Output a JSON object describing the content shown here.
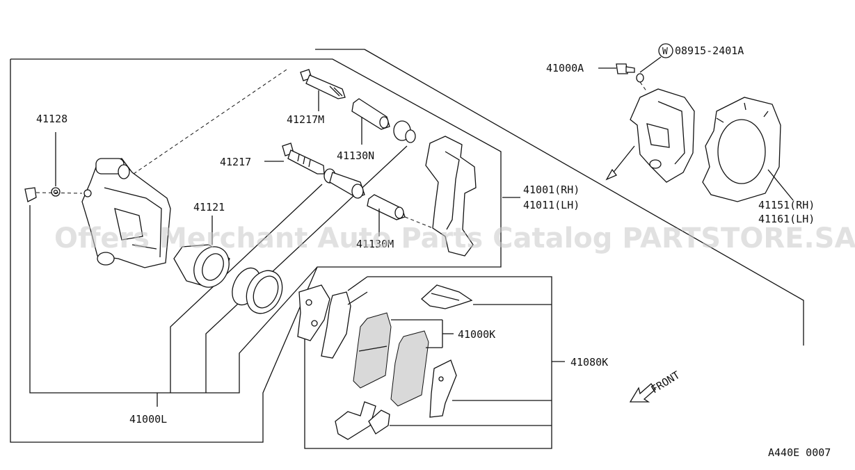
{
  "diagram": {
    "labels": {
      "p41128": "41128",
      "p41217m": "41217M",
      "p41130n": "41130N",
      "p41217": "41217",
      "p41121": "41121",
      "p41130m": "41130M",
      "p41001": "41001(RH)",
      "p41011": "41011(LH)",
      "p41000a": "41000A",
      "p08915_symbol": "W",
      "p08915": "08915-2401A",
      "p41151": "41151(RH)",
      "p41161": "41161(LH)",
      "p41000k": "41000K",
      "p41080k": "41080K",
      "p41000l": "41000L",
      "front": "FRONT"
    },
    "code": "A440E 0007"
  },
  "watermark": "Offers Merchant Auto Parts Catalog PARTSTORE.SA"
}
